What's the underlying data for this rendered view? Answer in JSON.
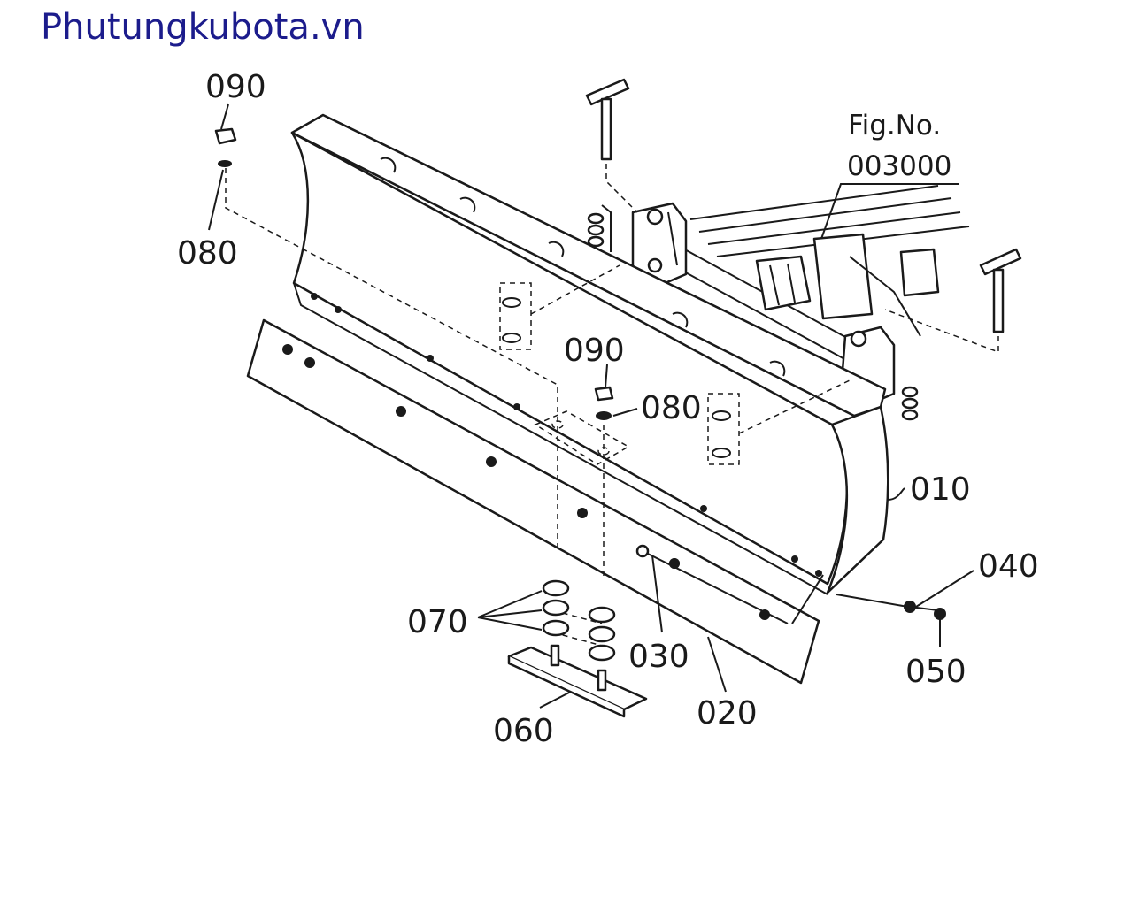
{
  "watermark": "Phutungkubota.vn",
  "figure_ref": {
    "label": "Fig.No.",
    "number": "003000"
  },
  "callouts": {
    "c010": "010",
    "c020": "020",
    "c030": "030",
    "c040": "040",
    "c050": "050",
    "c060": "060",
    "c070": "070",
    "c080_top": "080",
    "c080_mid": "080",
    "c090_top": "090",
    "c090_mid": "090"
  }
}
